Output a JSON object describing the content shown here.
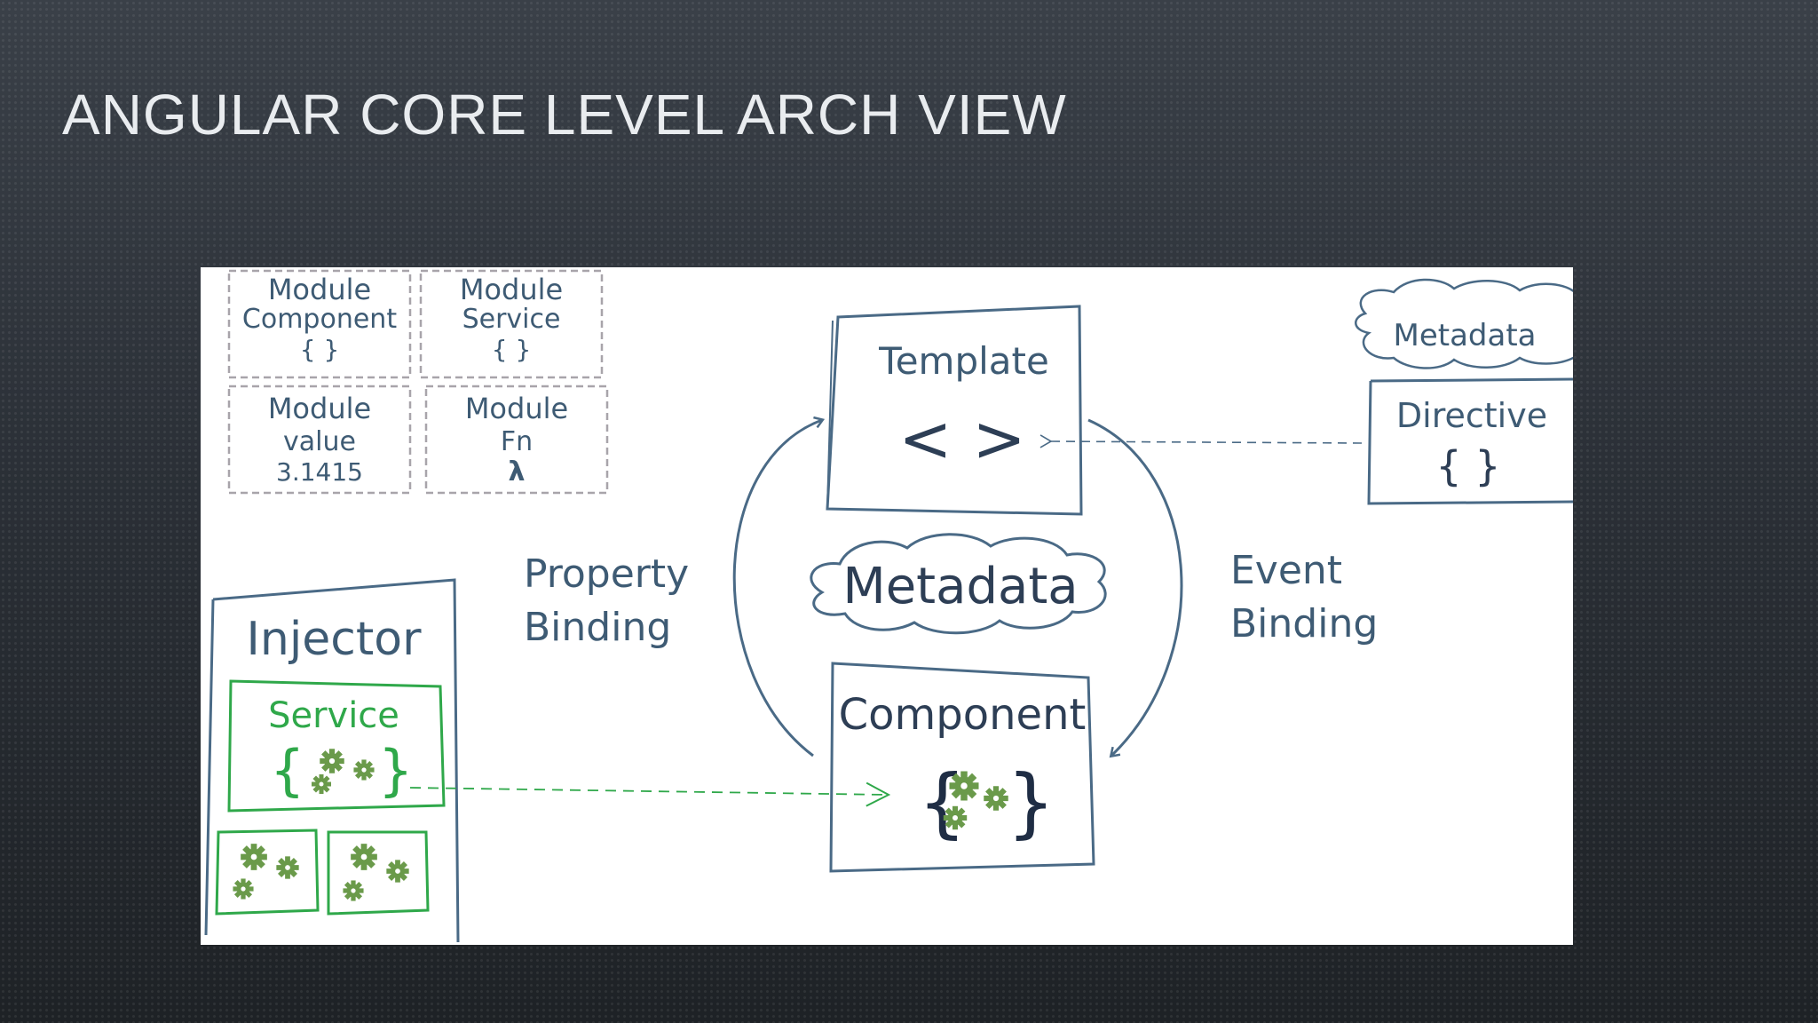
{
  "slide": {
    "title": "ANGULAR CORE LEVEL ARCH VIEW"
  },
  "diagram": {
    "modules": [
      {
        "title": "Module",
        "subtitle": "Component",
        "value": "{ }"
      },
      {
        "title": "Module",
        "subtitle": "Service",
        "value": "{ }"
      },
      {
        "title": "Module",
        "subtitle": "value",
        "value": "3.1415"
      },
      {
        "title": "Module",
        "subtitle": "Fn",
        "value": "λ"
      }
    ],
    "template": {
      "label": "Template",
      "symbol": "< >"
    },
    "directive": {
      "label": "Directive",
      "symbol": "{ }",
      "metadata": "Metadata"
    },
    "metadata_center": "Metadata",
    "property_binding": {
      "line1": "Property",
      "line2": "Binding"
    },
    "event_binding": {
      "line1": "Event",
      "line2": "Binding"
    },
    "injector": {
      "label": "Injector",
      "service_label": "Service"
    },
    "component": {
      "label": "Component"
    },
    "colors": {
      "ink": "#4a6a86",
      "service_green": "#2fa84a",
      "gear_green": "#6a9a4a",
      "dash_gray": "#a8a4aa"
    },
    "icons": [
      "gear-icon",
      "curly-braces-icon",
      "angle-brackets-icon",
      "lambda-icon"
    ]
  }
}
